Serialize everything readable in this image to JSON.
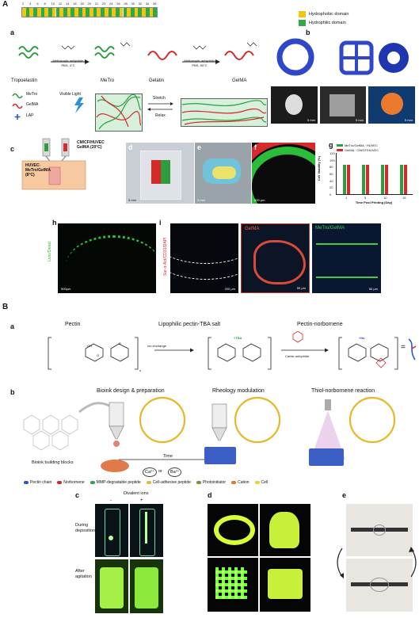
{
  "panelA": {
    "letter": "A",
    "ruler_numbers": [
      "2",
      "4",
      "6",
      "8",
      "10",
      "12",
      "14",
      "16",
      "18",
      "20",
      "21",
      "23",
      "24",
      "26",
      "28",
      "30",
      "32",
      "34",
      "36"
    ],
    "legend": [
      {
        "label": "Hydrophobic domain",
        "color": "#f2c511"
      },
      {
        "label": "Hydrophilic domain",
        "color": "#2da84a"
      }
    ],
    "a": {
      "letter": "a",
      "tropoelastin": "Tropoelastin",
      "metro": "MeTro",
      "gelatin": "Gelatin",
      "gelma": "GelMA",
      "arrow1_top": "Methacrylic anhydride",
      "arrow1_bottom": "PBS, 4°C",
      "arrow2_top": "Methacrylic anhydride",
      "arrow2_bottom": "PBS, 50°C",
      "leg_metro": "MeTro",
      "leg_gelma": "GelMA",
      "leg_lap": "LAP",
      "visible_light": "Visible Light",
      "stretch": "Stretch",
      "relax": "Relax"
    },
    "b": {
      "letter": "b",
      "scale1": "5 mm",
      "scale2": "5 mm",
      "scale3": "5 mm"
    },
    "c": {
      "letter": "c",
      "left_ink": "HUVEC-MeTro/GelMA (8°C)",
      "right_ink": "CM/CF/HUVEC GelMA (20°C)"
    },
    "d": {
      "letter": "d",
      "scale": "5 mm"
    },
    "e": {
      "letter": "e",
      "scale": "3 mm"
    },
    "f": {
      "letter": "f",
      "scale": "500 μm"
    },
    "g": {
      "letter": "g",
      "legend": [
        {
          "label": "MeTro/GelMA : HUVEC",
          "color": "#2e9c3f"
        },
        {
          "label": "GelMA : CM/CF/HUVEC",
          "color": "#d42a2a"
        }
      ],
      "ylabel": "Cell Viability (%)",
      "xlabel": "Time Post Printing (Day)",
      "yticks": [
        "0",
        "20",
        "40",
        "60",
        "80",
        "100",
        "120"
      ],
      "xticks": [
        "1",
        "5",
        "10",
        "15"
      ]
    },
    "h": {
      "letter": "h",
      "side": "Live/Dead",
      "scale": "500μm"
    },
    "i": {
      "letter": "i",
      "side": "Sar-α-Act/CD31/DAPI",
      "scale1": "200 μm",
      "title2": "GelMA",
      "scale2": "50 μm",
      "title3": "MeTro/GelMA",
      "scale3": "50 μm"
    }
  },
  "panelB": {
    "letter": "B",
    "a": {
      "letter": "a",
      "pectin": "Pectin",
      "tba": "Lipophilic pectin-TBA salt",
      "norbornene": "Pectin-norbornene",
      "ion_exchange": "Ion exchange",
      "carbic": "Carbic anhydride",
      "tba_label": "+TBA",
      "na_label": "+Na",
      "oh": "OH",
      "o": "O",
      "r": "R",
      "n": "n",
      "eq": "="
    },
    "b": {
      "letter": "b",
      "col1": "Bioink design & preparation",
      "col2": "Rheology modulation",
      "col3": "Thiol-norbornene reaction",
      "blocks": "Bioink building blocks",
      "time": "Time",
      "ca": "Ca²⁺",
      "or": "or",
      "ba": "Ba²⁺",
      "legend": [
        {
          "label": "Pectin chain",
          "color": "#2b58c6"
        },
        {
          "label": "Norbornene",
          "color": "#d22a2a"
        },
        {
          "label": "MMP-degradable peptide",
          "color": "#36a04a"
        },
        {
          "label": "Cell-adhesive peptide",
          "color": "#e8b72a"
        },
        {
          "label": "Photoinitiator",
          "color": "#8a8a40"
        },
        {
          "label": "Cation",
          "color": "#e07a2a"
        },
        {
          "label": "Cell",
          "color": "#f1d02a"
        }
      ]
    },
    "c": {
      "letter": "c",
      "header": "Divalent ions",
      "minus": "-",
      "plus": "+",
      "row1": "During deposition",
      "row2": "After agitation"
    },
    "d": {
      "letter": "d"
    },
    "e": {
      "letter": "e"
    }
  }
}
